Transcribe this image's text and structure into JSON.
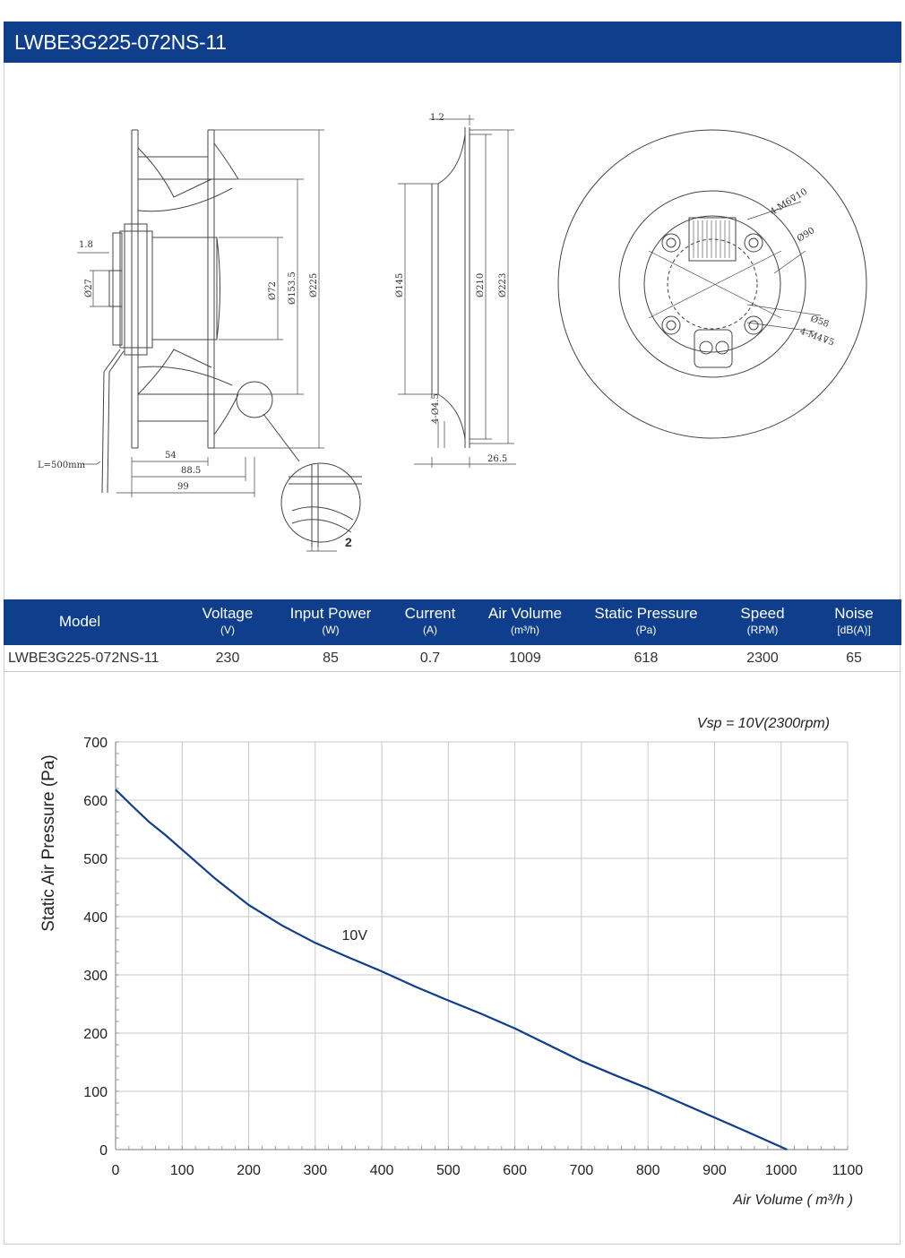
{
  "title": "LWBE3G225-072NS-11",
  "drawing": {
    "side_view": {
      "labels": {
        "d1_8": "1.8",
        "d27": "Ø27",
        "d72": "Ø72",
        "d153": "Ø153.5",
        "d225": "Ø225",
        "l54": "54",
        "l88": "88.5",
        "l99": "99",
        "cable": "L=500mm",
        "detail": "2"
      }
    },
    "section_view": {
      "labels": {
        "d1_2": "1.2",
        "d145": "Ø145",
        "d210": "Ø210",
        "d223": "Ø223",
        "holes": "4-Ø4.5",
        "l26": "26.5"
      }
    },
    "front_view": {
      "labels": {
        "m6": "4-M6⊽10",
        "d90": "Ø90",
        "d58": "Ø58",
        "m4": "4-M4⊽5"
      }
    }
  },
  "specs": {
    "columns": [
      {
        "name": "Model",
        "unit": ""
      },
      {
        "name": "Voltage",
        "unit": "(V)"
      },
      {
        "name": "Input Power",
        "unit": "(W)"
      },
      {
        "name": "Current",
        "unit": "(A)"
      },
      {
        "name": "Air Volume",
        "unit": "(m³/h)"
      },
      {
        "name": "Static Pressure",
        "unit": "(Pa)"
      },
      {
        "name": "Speed",
        "unit": "(RPM)"
      },
      {
        "name": "Noise",
        "unit": "[dB(A)]"
      }
    ],
    "row": [
      "LWBE3G225-072NS-11",
      "230",
      "85",
      "0.7",
      "1009",
      "618",
      "2300",
      "65"
    ]
  },
  "chart_data": {
    "type": "line",
    "title": "",
    "annotation": "Vsp = 10V(2300rpm)",
    "xlabel": "Air Volume ( m³/h )",
    "ylabel": "Static Air Pressure  (Pa)",
    "xlim": [
      0,
      1100
    ],
    "ylim": [
      0,
      700
    ],
    "xticks": [
      0,
      100,
      200,
      300,
      400,
      500,
      600,
      700,
      800,
      900,
      1000,
      1100
    ],
    "yticks": [
      0,
      100,
      200,
      300,
      400,
      500,
      600,
      700
    ],
    "grid": true,
    "line_color": "#0e3e8c",
    "series": [
      {
        "name": "10V",
        "x": [
          0,
          25,
          50,
          75,
          100,
          150,
          200,
          250,
          300,
          350,
          400,
          450,
          500,
          550,
          600,
          650,
          700,
          750,
          800,
          850,
          900,
          950,
          1009
        ],
        "y": [
          618,
          590,
          563,
          540,
          515,
          465,
          420,
          385,
          355,
          330,
          306,
          280,
          256,
          233,
          208,
          180,
          152,
          128,
          105,
          80,
          55,
          30,
          0
        ]
      }
    ]
  }
}
